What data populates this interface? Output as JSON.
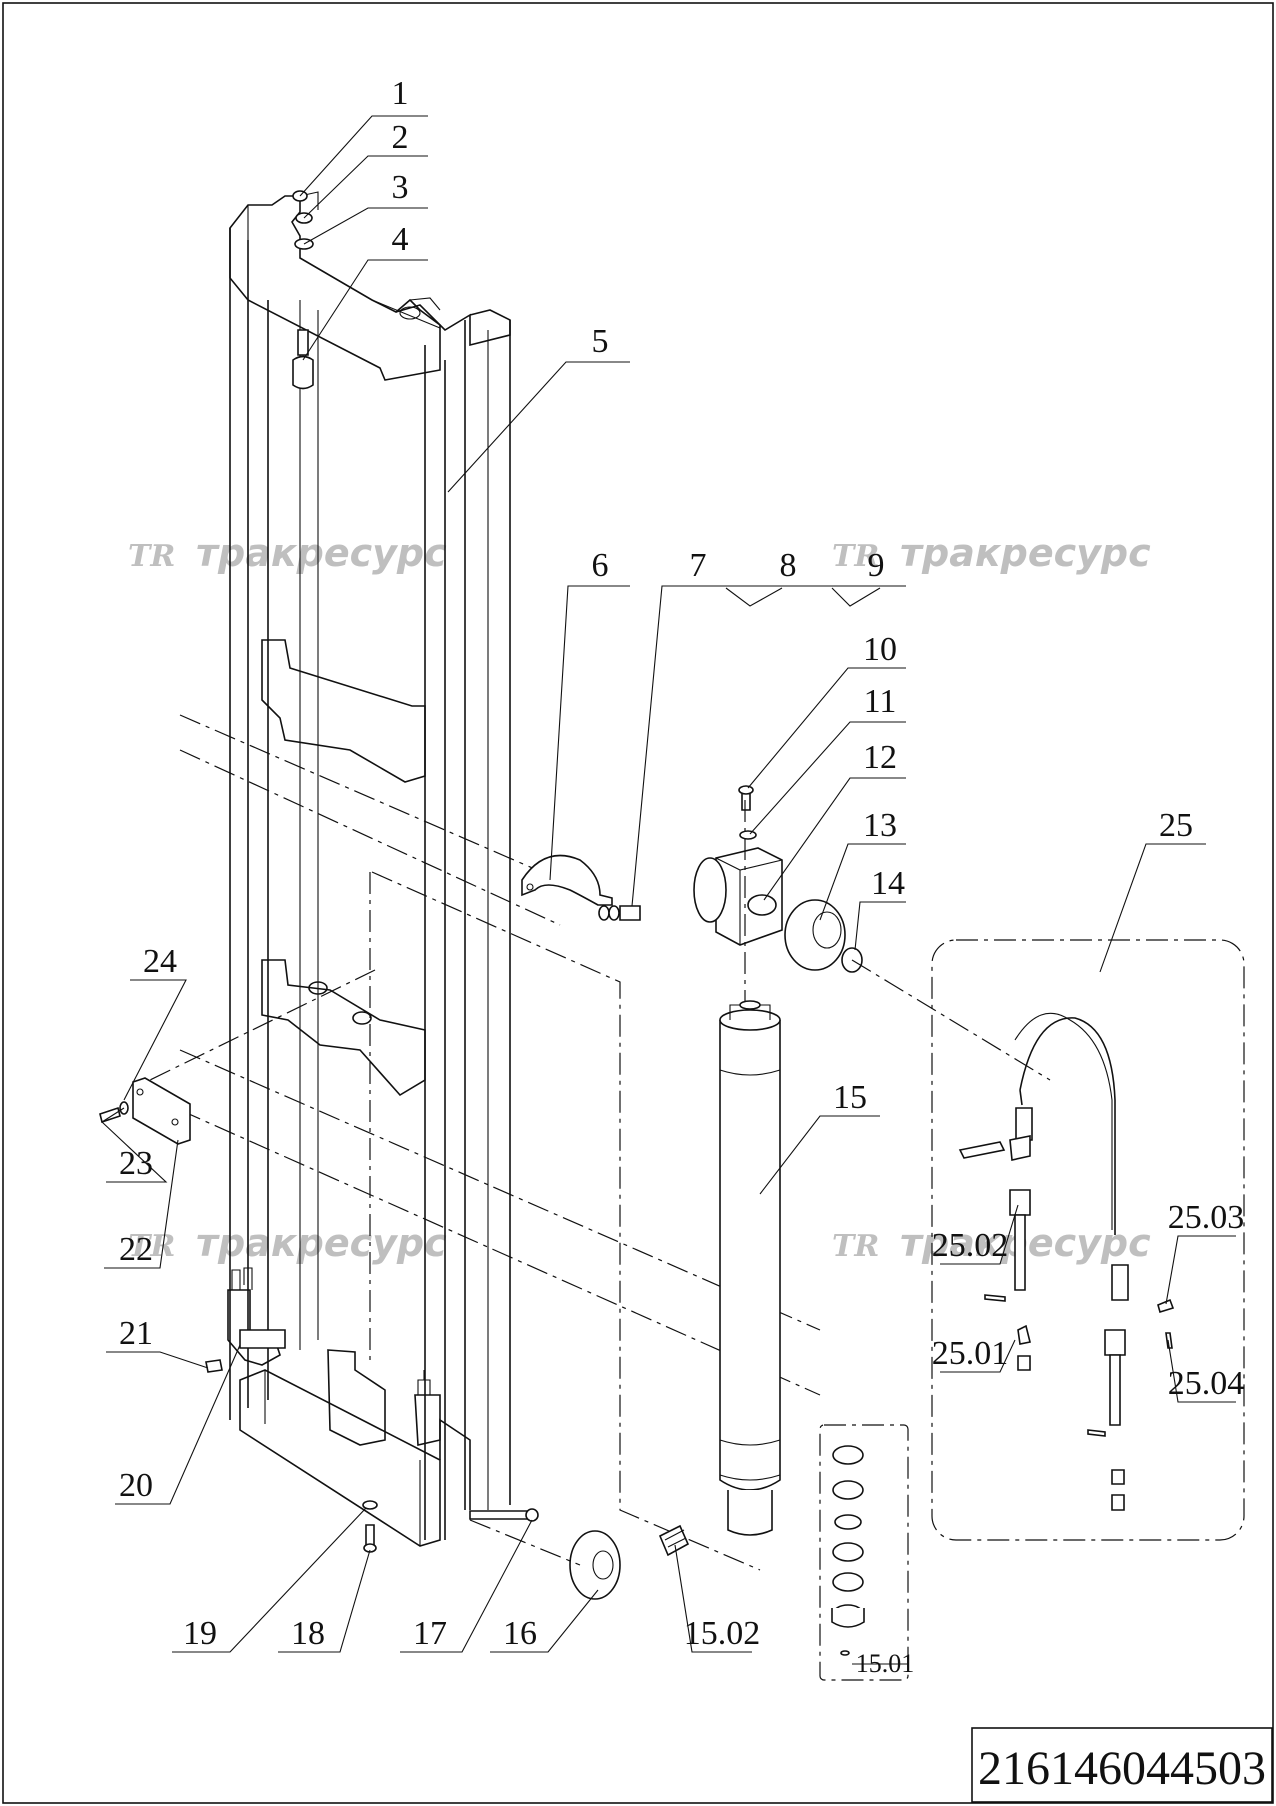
{
  "part_labels": [
    "1",
    "2",
    "3",
    "4",
    "5",
    "6",
    "7",
    "8",
    "9",
    "10",
    "11",
    "12",
    "13",
    "14",
    "15",
    "16",
    "17",
    "18",
    "19",
    "20",
    "21",
    "22",
    "23",
    "24",
    "25"
  ],
  "sub_labels": {
    "p15_01": "15.01",
    "p15_02": "15.02",
    "p25_01": "25.01",
    "p25_02": "25.02",
    "p25_03": "25.03",
    "p25_04": "25.04"
  },
  "watermark": {
    "logo": "TR",
    "text": "тракресурс"
  },
  "drawing_number": "216146044503"
}
